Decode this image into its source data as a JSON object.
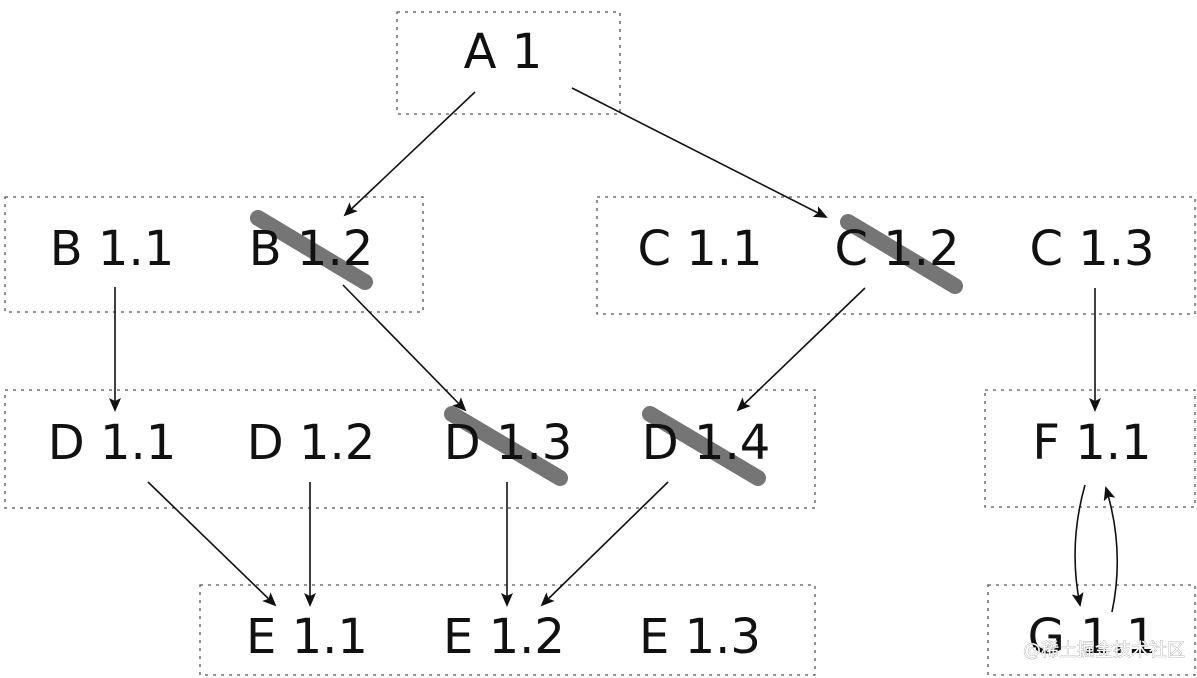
{
  "nodes": [
    {
      "id": "A1",
      "label": "A 1"
    },
    {
      "id": "B11",
      "label": "B 1.1"
    },
    {
      "id": "B12",
      "label": "B 1.2",
      "struck": true
    },
    {
      "id": "C11",
      "label": "C 1.1"
    },
    {
      "id": "C12",
      "label": "C 1.2",
      "struck": true
    },
    {
      "id": "C13",
      "label": "C 1.3"
    },
    {
      "id": "D11",
      "label": "D 1.1"
    },
    {
      "id": "D12",
      "label": "D 1.2"
    },
    {
      "id": "D13",
      "label": "D 1.3",
      "struck": true
    },
    {
      "id": "D14",
      "label": "D 1.4",
      "struck": true
    },
    {
      "id": "F11",
      "label": "F 1.1"
    },
    {
      "id": "E11",
      "label": "E 1.1"
    },
    {
      "id": "E12",
      "label": "E 1.2"
    },
    {
      "id": "E13",
      "label": "E 1.3"
    },
    {
      "id": "G11",
      "label": "G 1.1"
    }
  ],
  "edges": [
    {
      "from": "A1",
      "to": "B12"
    },
    {
      "from": "A1",
      "to": "C12"
    },
    {
      "from": "B11",
      "to": "D11"
    },
    {
      "from": "B12",
      "to": "D13"
    },
    {
      "from": "C12",
      "to": "D14"
    },
    {
      "from": "C13",
      "to": "F11"
    },
    {
      "from": "D11",
      "to": "E11"
    },
    {
      "from": "D12",
      "to": "E11"
    },
    {
      "from": "D13",
      "to": "E12"
    },
    {
      "from": "D14",
      "to": "E12"
    },
    {
      "from": "F11",
      "to": "G11"
    },
    {
      "from": "G11",
      "to": "F11"
    }
  ],
  "watermark": "@稀土掘金技术社区",
  "colors": {
    "text": "#111111",
    "strike": "#6e6e6e",
    "box": "#555555"
  }
}
